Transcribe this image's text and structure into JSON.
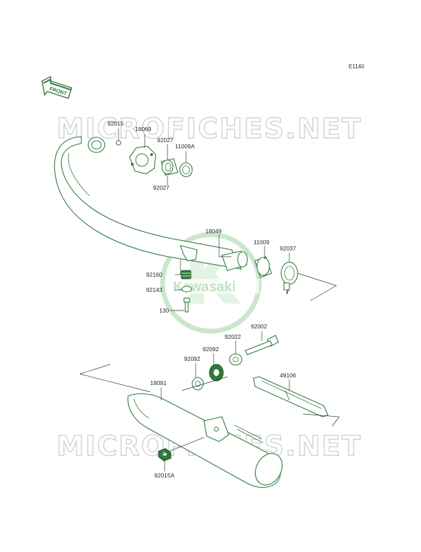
{
  "diagram_code": "E1140",
  "front_label": "FRONT",
  "watermark": {
    "text": "MICROFICHES.NET",
    "logo_text": "Kawasaki"
  },
  "colors": {
    "part_green": "#2f7a3a",
    "watermark_green": "#9fd4a2",
    "watermark_gray": "#c9c9c9"
  },
  "callouts": [
    {
      "id": "p92015",
      "label": "92015"
    },
    {
      "id": "p18069",
      "label": "18069"
    },
    {
      "id": "p92027a",
      "label": "92027"
    },
    {
      "id": "p11009a",
      "label": "11009A"
    },
    {
      "id": "p92027b",
      "label": "92027"
    },
    {
      "id": "p18049",
      "label": "18049"
    },
    {
      "id": "p11009",
      "label": "11009"
    },
    {
      "id": "p92037",
      "label": "92037"
    },
    {
      "id": "p92160",
      "label": "92160"
    },
    {
      "id": "p92143",
      "label": "92143"
    },
    {
      "id": "p130",
      "label": "130"
    },
    {
      "id": "p92002",
      "label": "92002"
    },
    {
      "id": "p92022",
      "label": "92022"
    },
    {
      "id": "p92092a",
      "label": "92092"
    },
    {
      "id": "p92092b",
      "label": "92092"
    },
    {
      "id": "p49106",
      "label": "49106"
    },
    {
      "id": "p18091",
      "label": "18091"
    },
    {
      "id": "p92015a",
      "label": "92015A"
    }
  ]
}
